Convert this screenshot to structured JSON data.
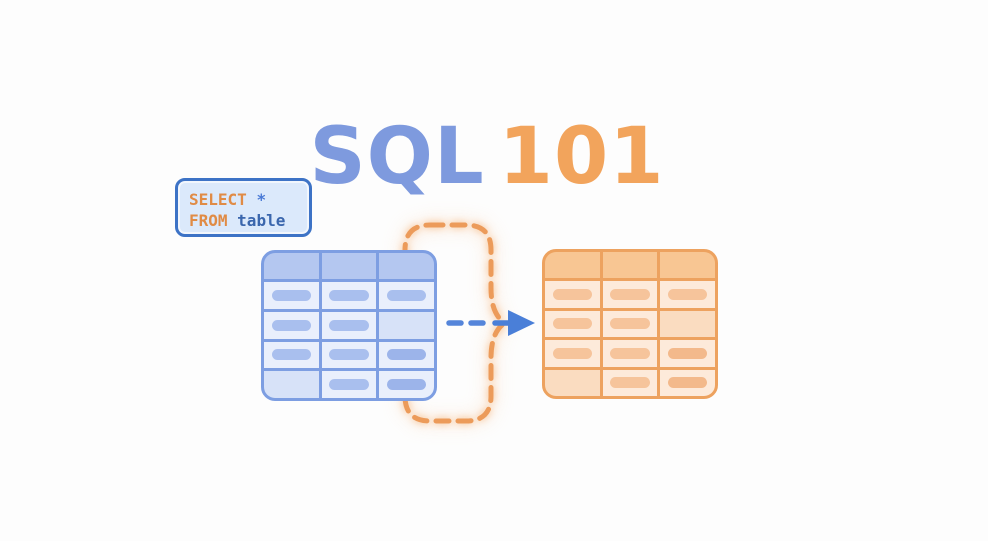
{
  "title": {
    "word": "SQL",
    "number": "101"
  },
  "code_box": {
    "line1": {
      "keyword": "SELECT",
      "operator": "*"
    },
    "line2": {
      "keyword": "FROM",
      "identifier": "table"
    }
  },
  "diagram": {
    "source_table": {
      "columns": 3,
      "header_row": true,
      "pill_pattern": [
        [
          1,
          1,
          1
        ],
        [
          1,
          1,
          0
        ],
        [
          1,
          1,
          2
        ],
        [
          0,
          1,
          2
        ]
      ]
    },
    "result_table": {
      "columns": 3,
      "header_row": true,
      "pill_pattern": [
        [
          1,
          1,
          1
        ],
        [
          1,
          1,
          0
        ],
        [
          1,
          1,
          2
        ],
        [
          0,
          1,
          2
        ]
      ]
    },
    "icons": {
      "selection_outline": "dashed-brace-outline",
      "arrow": "dashed-right-arrow"
    }
  },
  "colors": {
    "title_blue": "#7e9ade",
    "title_orange": "#f2a45c",
    "code_keyword": "#e08b45",
    "code_operator": "#4a7ad6",
    "code_identifier": "#3a66ad",
    "code_box_bg": "#dbe9fb",
    "code_box_border": "#3d73c6",
    "blue_table_border": "#7d9ee2",
    "blue_table_header": "#b4c7f0",
    "blue_cell": "#e9effc",
    "blue_cell_empty": "#d7e2f8",
    "blue_pill": "#a9bfee",
    "orange_table_border": "#eda25f",
    "orange_table_header": "#f8c693",
    "orange_cell": "#fdeada",
    "orange_cell_empty": "#fadcc0",
    "orange_pill": "#f6c49b",
    "outline_orange": "#ec9b5a",
    "arrow_blue": "#4a7fd8",
    "background": "#fdfdfd"
  }
}
